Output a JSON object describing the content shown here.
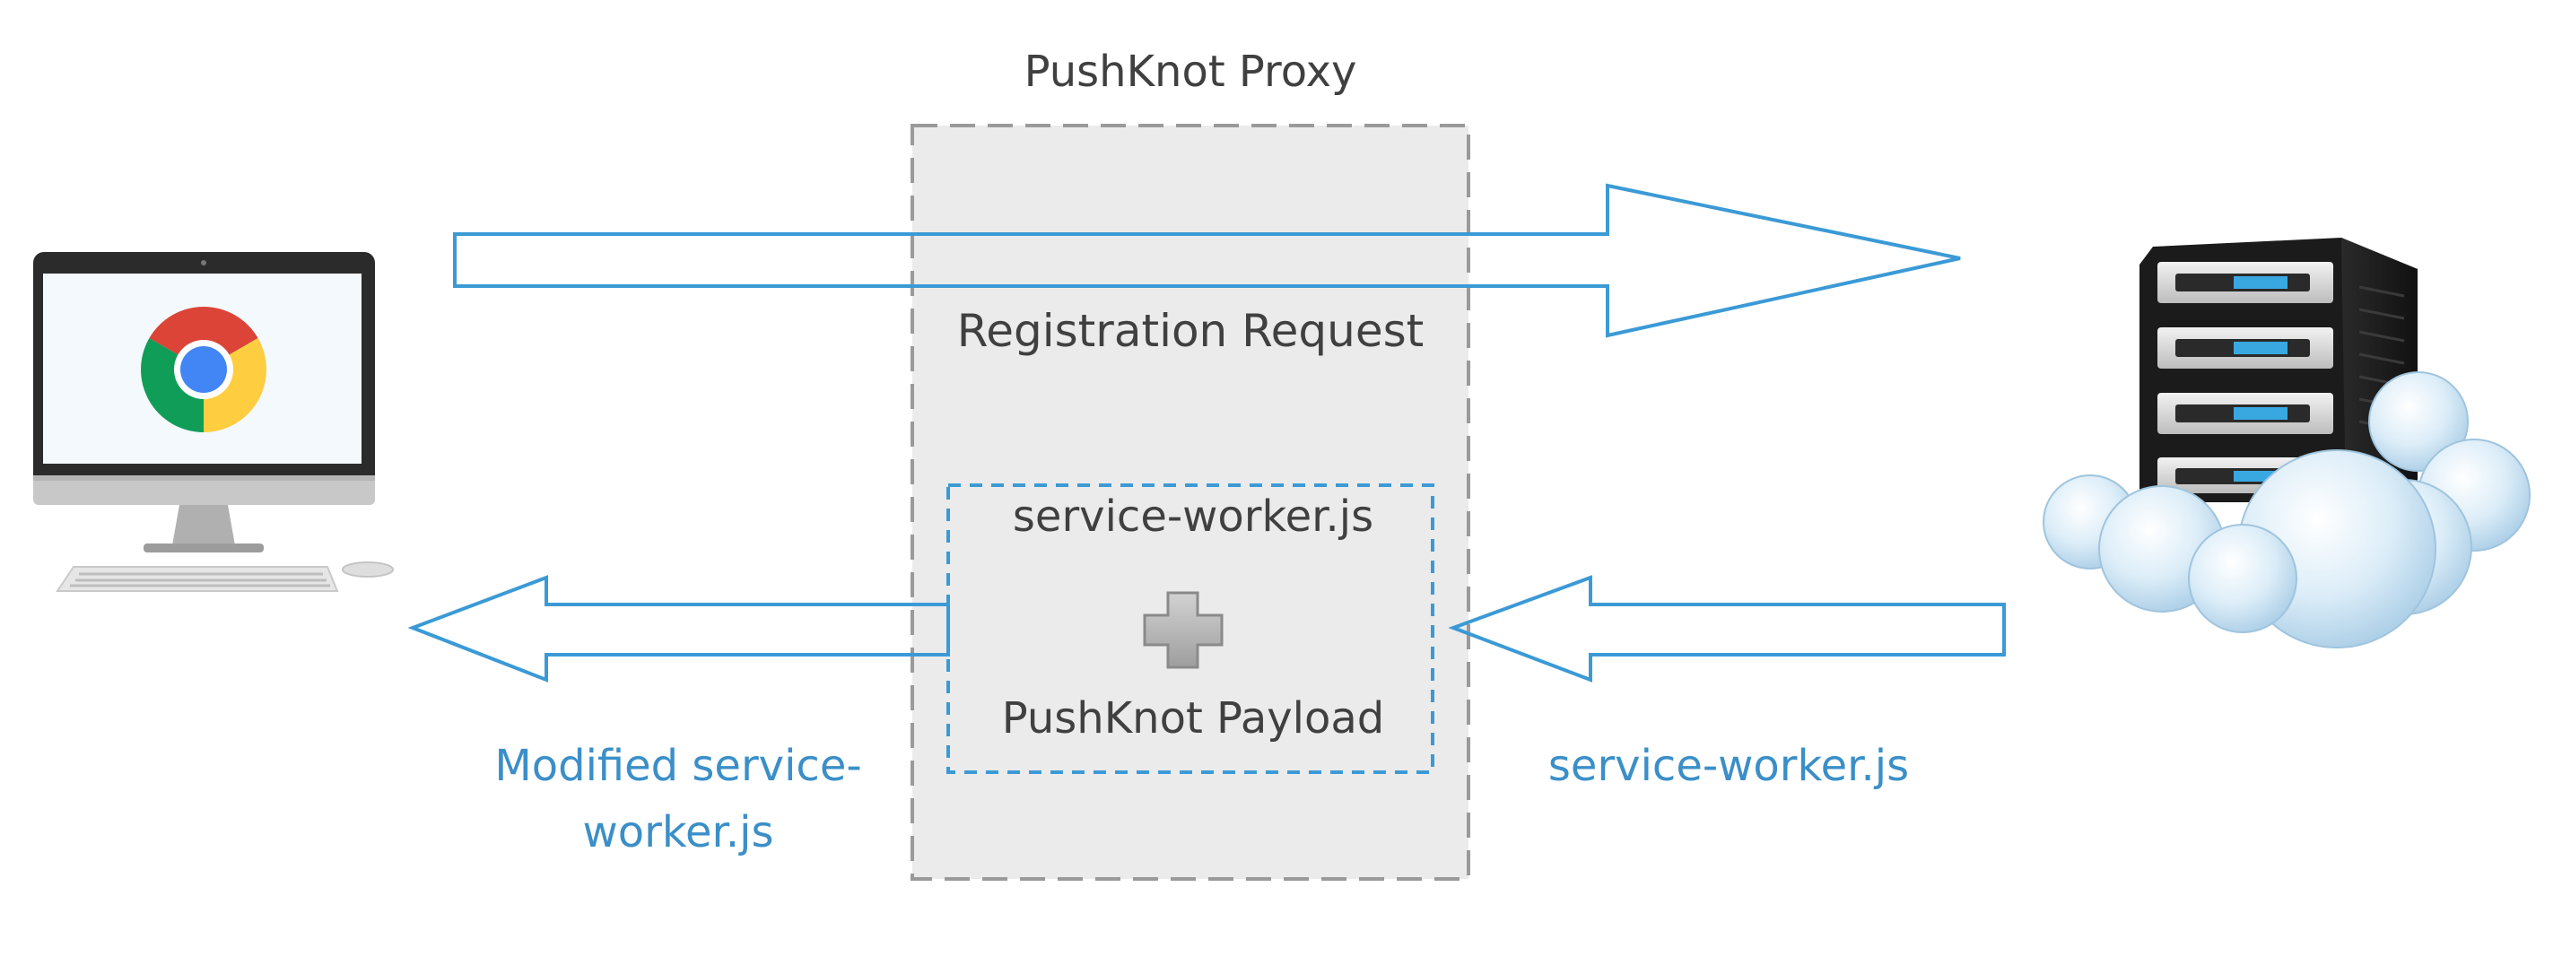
{
  "diagram": {
    "proxy_title": "PushKnot Proxy",
    "registration_label": "Registration Request",
    "bundle": {
      "top_label": "service-worker.js",
      "bottom_label": "PushKnot Payload"
    },
    "modified_label_line1": "Modified service-",
    "modified_label_line2": "worker.js",
    "server_response_label": "service-worker.js",
    "client_icon": "desktop-with-chrome-icon",
    "server_icon": "cloud-server-icon",
    "plus_icon": "plus-icon"
  },
  "colors": {
    "arrow": "#3b9ad6",
    "blue_text": "#3b8fc8",
    "gray_text": "#404040",
    "proxy_fill": "#ebebeb",
    "proxy_border": "#9a9a9a"
  }
}
